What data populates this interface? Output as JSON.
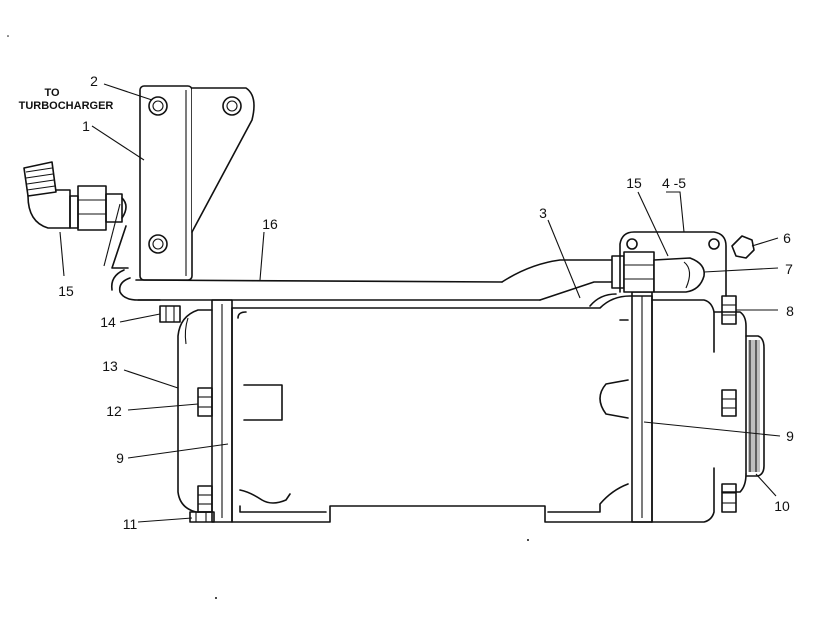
{
  "note": {
    "line1": "TO",
    "line2": "TURBOCHARGER"
  },
  "callouts": {
    "c1": "1",
    "c2": "2",
    "c3": "3",
    "c45": "4 -5",
    "c6": "6",
    "c7": "7",
    "c8": "8",
    "c9_left": "9",
    "c9_right": "9",
    "c10": "10",
    "c11": "11",
    "c12": "12",
    "c13": "13",
    "c14": "14",
    "c15_left": "15",
    "c15_top": "15",
    "c16": "16"
  }
}
